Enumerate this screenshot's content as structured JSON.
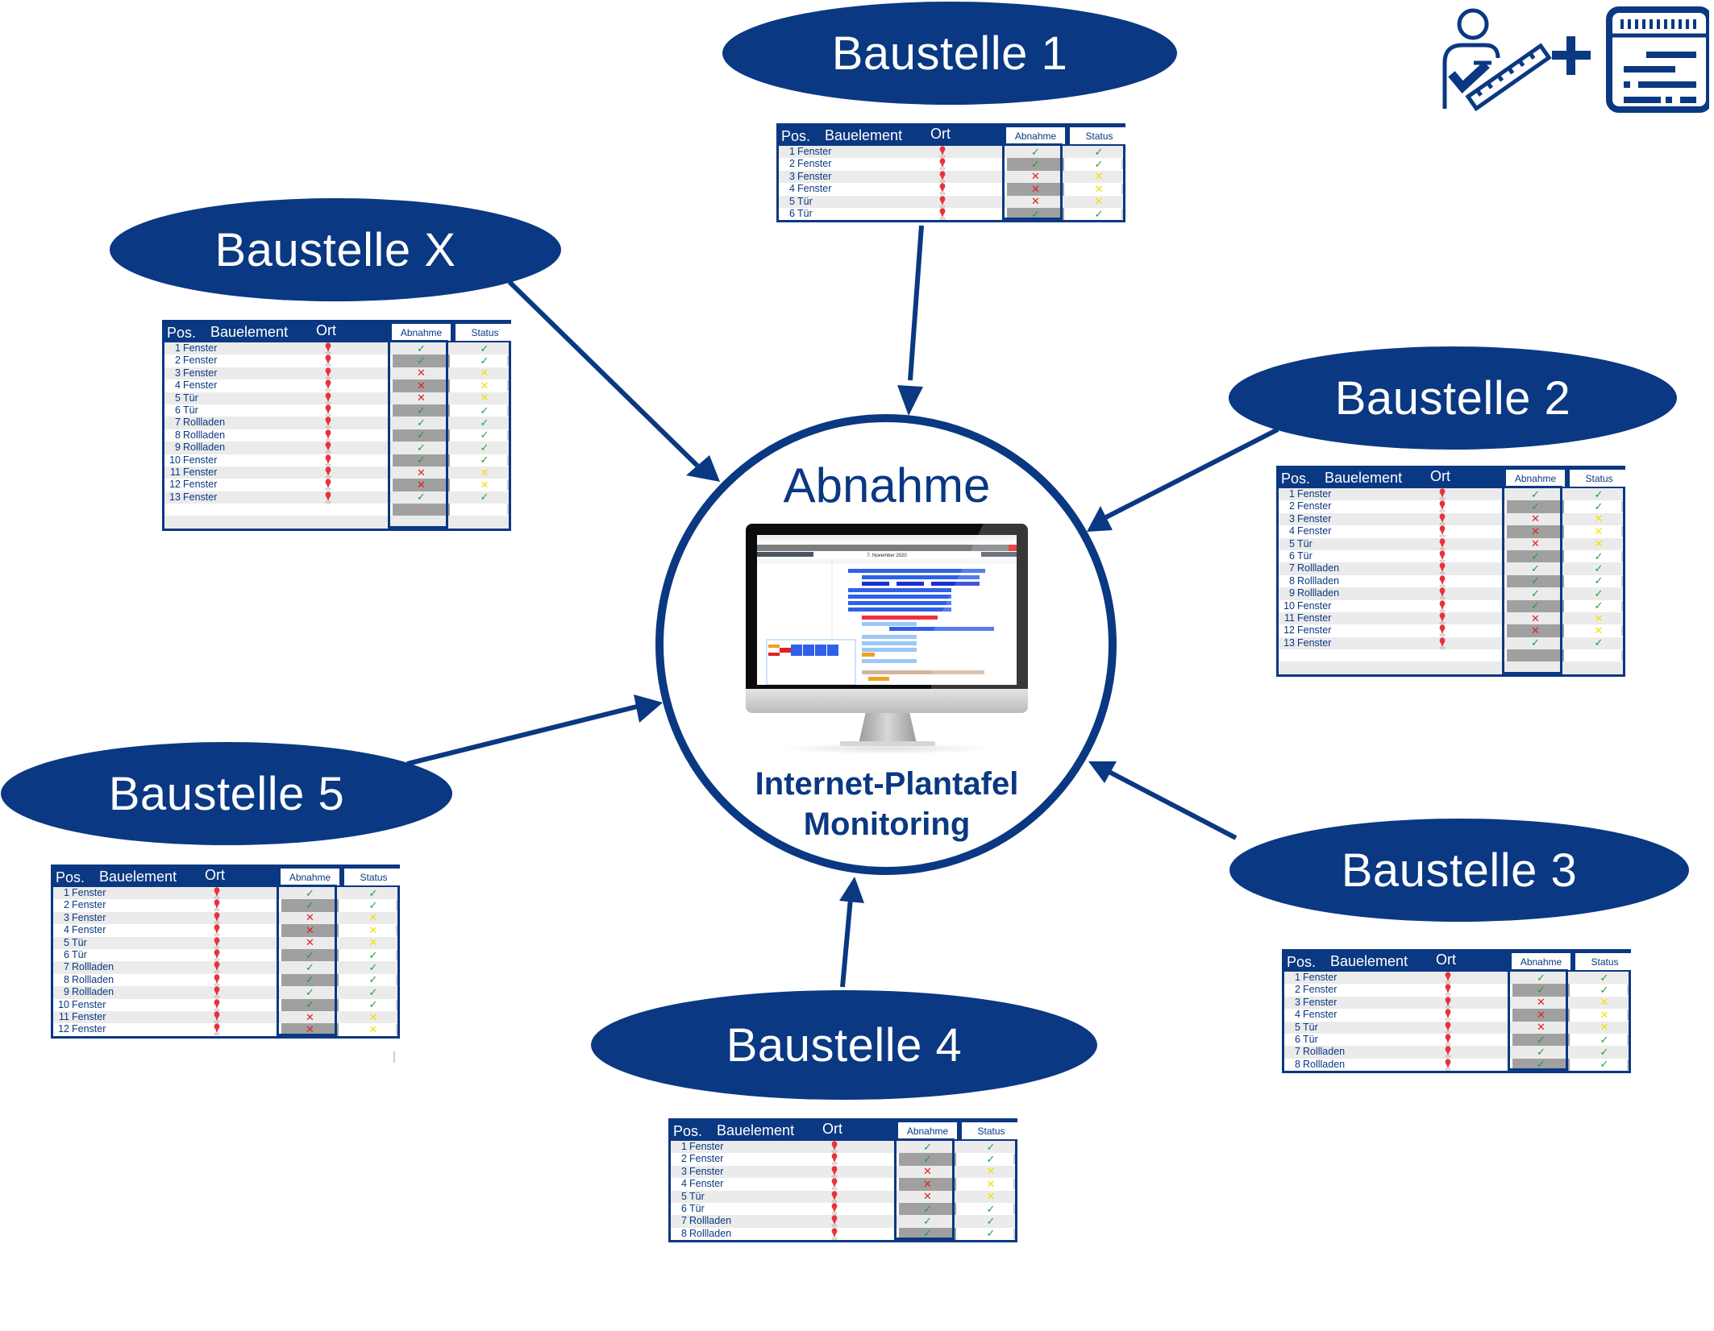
{
  "center": {
    "title": "Abnahme",
    "subtitle_line1": "Internet-Plantafel",
    "subtitle_line2": "Monitoring",
    "monitor_screen": {
      "date_label": "7. November 2020"
    }
  },
  "colors": {
    "brand_navy": "#0a3882",
    "check_green": "#1e9e3e",
    "cross_red": "#e02020",
    "cross_yellow": "#f2e000",
    "row_stripe": "#ebebeb",
    "abnahme_stripe": "#a0a0a0"
  },
  "top_right_icon": {
    "left": "inspector-with-ruler-icon",
    "operator": "+",
    "right": "planning-board-icon"
  },
  "table_headers": {
    "pos": "Pos.",
    "bauelement": "Bauelement",
    "ort": "Ort",
    "abnahme": "Abnahme",
    "status": "Status"
  },
  "sites": [
    {
      "id": "baustelle-1",
      "label": "Baustelle 1",
      "empty_rows": 0,
      "rows": [
        {
          "pos": "1",
          "element": "Fenster",
          "abnahme": "ok",
          "status": "ok"
        },
        {
          "pos": "2",
          "element": "Fenster",
          "abnahme": "ok",
          "status": "ok"
        },
        {
          "pos": "3",
          "element": "Fenster",
          "abnahme": "no",
          "status": "warn"
        },
        {
          "pos": "4",
          "element": "Fenster",
          "abnahme": "no",
          "status": "warn"
        },
        {
          "pos": "5",
          "element": "Tür",
          "abnahme": "no",
          "status": "warn"
        },
        {
          "pos": "6",
          "element": "Tür",
          "abnahme": "ok",
          "status": "ok"
        }
      ]
    },
    {
      "id": "baustelle-x",
      "label": "Baustelle X",
      "empty_rows": 2,
      "rows": [
        {
          "pos": "1",
          "element": "Fenster",
          "abnahme": "ok",
          "status": "ok"
        },
        {
          "pos": "2",
          "element": "Fenster",
          "abnahme": "ok",
          "status": "ok"
        },
        {
          "pos": "3",
          "element": "Fenster",
          "abnahme": "no",
          "status": "warn"
        },
        {
          "pos": "4",
          "element": "Fenster",
          "abnahme": "no",
          "status": "warn"
        },
        {
          "pos": "5",
          "element": "Tür",
          "abnahme": "no",
          "status": "warn"
        },
        {
          "pos": "6",
          "element": "Tür",
          "abnahme": "ok",
          "status": "ok"
        },
        {
          "pos": "7",
          "element": "Rollladen",
          "abnahme": "ok",
          "status": "ok"
        },
        {
          "pos": "8",
          "element": "Rollladen",
          "abnahme": "ok",
          "status": "ok"
        },
        {
          "pos": "9",
          "element": "Rollladen",
          "abnahme": "ok",
          "status": "ok"
        },
        {
          "pos": "10",
          "element": "Fenster",
          "abnahme": "ok",
          "status": "ok"
        },
        {
          "pos": "11",
          "element": "Fenster",
          "abnahme": "no",
          "status": "warn"
        },
        {
          "pos": "12",
          "element": "Fenster",
          "abnahme": "no",
          "status": "warn"
        },
        {
          "pos": "13",
          "element": "Fenster",
          "abnahme": "ok",
          "status": "ok"
        }
      ]
    },
    {
      "id": "baustelle-2",
      "label": "Baustelle 2",
      "empty_rows": 2,
      "rows": [
        {
          "pos": "1",
          "element": "Fenster",
          "abnahme": "ok",
          "status": "ok"
        },
        {
          "pos": "2",
          "element": "Fenster",
          "abnahme": "ok",
          "status": "ok"
        },
        {
          "pos": "3",
          "element": "Fenster",
          "abnahme": "no",
          "status": "warn"
        },
        {
          "pos": "4",
          "element": "Fenster",
          "abnahme": "no",
          "status": "warn"
        },
        {
          "pos": "5",
          "element": "Tür",
          "abnahme": "no",
          "status": "warn"
        },
        {
          "pos": "6",
          "element": "Tür",
          "abnahme": "ok",
          "status": "ok"
        },
        {
          "pos": "7",
          "element": "Rollladen",
          "abnahme": "ok",
          "status": "ok"
        },
        {
          "pos": "8",
          "element": "Rollladen",
          "abnahme": "ok",
          "status": "ok"
        },
        {
          "pos": "9",
          "element": "Rollladen",
          "abnahme": "ok",
          "status": "ok"
        },
        {
          "pos": "10",
          "element": "Fenster",
          "abnahme": "ok",
          "status": "ok"
        },
        {
          "pos": "11",
          "element": "Fenster",
          "abnahme": "no",
          "status": "warn"
        },
        {
          "pos": "12",
          "element": "Fenster",
          "abnahme": "no",
          "status": "warn"
        },
        {
          "pos": "13",
          "element": "Fenster",
          "abnahme": "ok",
          "status": "ok"
        }
      ]
    },
    {
      "id": "baustelle-5",
      "label": "Baustelle 5",
      "empty_rows": 0,
      "rows": [
        {
          "pos": "1",
          "element": "Fenster",
          "abnahme": "ok",
          "status": "ok"
        },
        {
          "pos": "2",
          "element": "Fenster",
          "abnahme": "ok",
          "status": "ok"
        },
        {
          "pos": "3",
          "element": "Fenster",
          "abnahme": "no",
          "status": "warn"
        },
        {
          "pos": "4",
          "element": "Fenster",
          "abnahme": "no",
          "status": "warn"
        },
        {
          "pos": "5",
          "element": "Tür",
          "abnahme": "no",
          "status": "warn"
        },
        {
          "pos": "6",
          "element": "Tür",
          "abnahme": "ok",
          "status": "ok"
        },
        {
          "pos": "7",
          "element": "Rollladen",
          "abnahme": "ok",
          "status": "ok"
        },
        {
          "pos": "8",
          "element": "Rollladen",
          "abnahme": "ok",
          "status": "ok"
        },
        {
          "pos": "9",
          "element": "Rollladen",
          "abnahme": "ok",
          "status": "ok"
        },
        {
          "pos": "10",
          "element": "Fenster",
          "abnahme": "ok",
          "status": "ok"
        },
        {
          "pos": "11",
          "element": "Fenster",
          "abnahme": "no",
          "status": "warn"
        },
        {
          "pos": "12",
          "element": "Fenster",
          "abnahme": "no",
          "status": "warn"
        }
      ]
    },
    {
      "id": "baustelle-3",
      "label": "Baustelle 3",
      "empty_rows": 0,
      "rows": [
        {
          "pos": "1",
          "element": "Fenster",
          "abnahme": "ok",
          "status": "ok"
        },
        {
          "pos": "2",
          "element": "Fenster",
          "abnahme": "ok",
          "status": "ok"
        },
        {
          "pos": "3",
          "element": "Fenster",
          "abnahme": "no",
          "status": "warn"
        },
        {
          "pos": "4",
          "element": "Fenster",
          "abnahme": "no",
          "status": "warn"
        },
        {
          "pos": "5",
          "element": "Tür",
          "abnahme": "no",
          "status": "warn"
        },
        {
          "pos": "6",
          "element": "Tür",
          "abnahme": "ok",
          "status": "ok"
        },
        {
          "pos": "7",
          "element": "Rollladen",
          "abnahme": "ok",
          "status": "ok"
        },
        {
          "pos": "8",
          "element": "Rollladen",
          "abnahme": "ok",
          "status": "ok"
        }
      ]
    },
    {
      "id": "baustelle-4",
      "label": "Baustelle 4",
      "empty_rows": 0,
      "rows": [
        {
          "pos": "1",
          "element": "Fenster",
          "abnahme": "ok",
          "status": "ok"
        },
        {
          "pos": "2",
          "element": "Fenster",
          "abnahme": "ok",
          "status": "ok"
        },
        {
          "pos": "3",
          "element": "Fenster",
          "abnahme": "no",
          "status": "warn"
        },
        {
          "pos": "4",
          "element": "Fenster",
          "abnahme": "no",
          "status": "warn"
        },
        {
          "pos": "5",
          "element": "Tür",
          "abnahme": "no",
          "status": "warn"
        },
        {
          "pos": "6",
          "element": "Tür",
          "abnahme": "ok",
          "status": "ok"
        },
        {
          "pos": "7",
          "element": "Rollladen",
          "abnahme": "ok",
          "status": "ok"
        },
        {
          "pos": "8",
          "element": "Rollladen",
          "abnahme": "ok",
          "status": "ok"
        }
      ]
    }
  ],
  "symbols": {
    "ok": "✓",
    "no": "✕",
    "warn": "✕"
  }
}
